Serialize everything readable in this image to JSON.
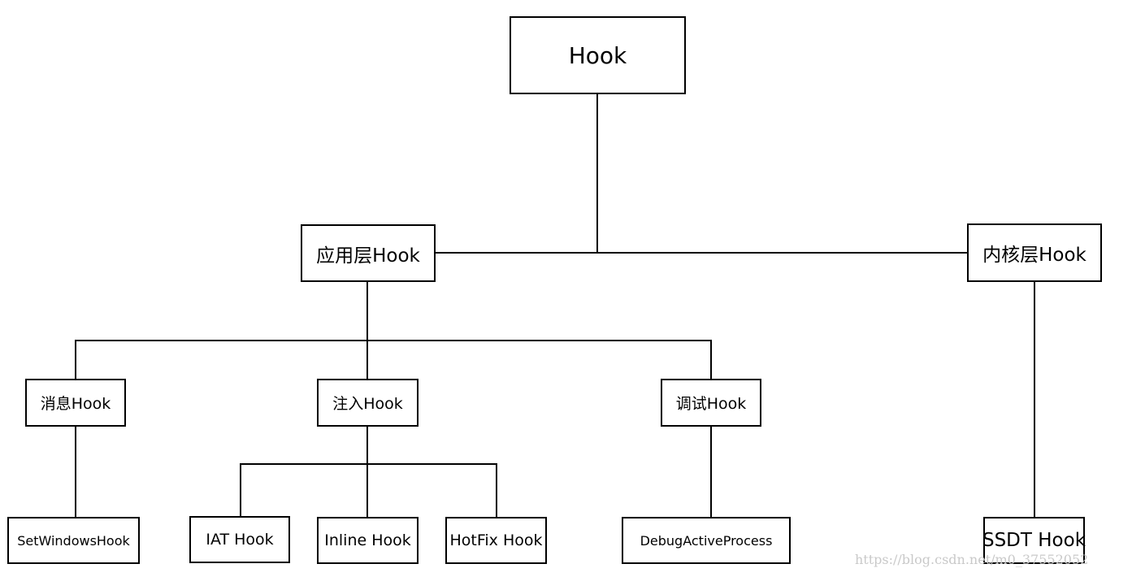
{
  "nodes": {
    "root": "Hook",
    "app_layer": "应用层Hook",
    "kernel_layer": "内核层Hook",
    "message_hook": "消息Hook",
    "inject_hook": "注入Hook",
    "debug_hook": "调试Hook",
    "set_windows_hook": "SetWindowsHook",
    "iat_hook": "IAT Hook",
    "inline_hook": "Inline Hook",
    "hotfix_hook": "HotFix Hook",
    "debug_active_process": "DebugActiveProcess",
    "ssdt_hook": "SSDT Hook"
  },
  "watermark": "https://blog.csdn.net/m0_37552052",
  "colors": {
    "stroke": "#000000",
    "background": "#ffffff",
    "watermark": "#c9c9c9"
  }
}
